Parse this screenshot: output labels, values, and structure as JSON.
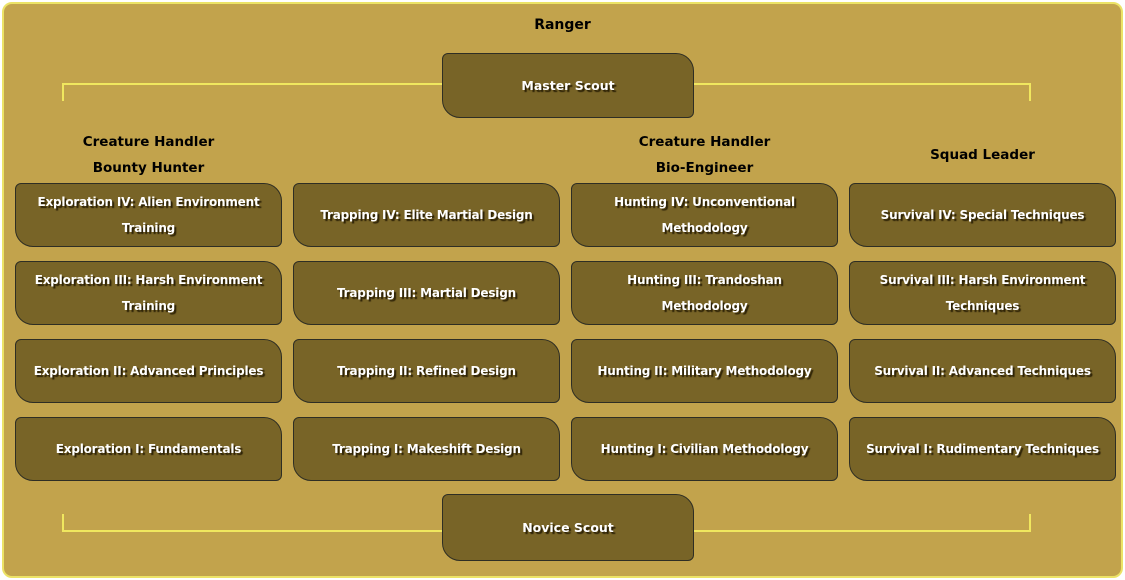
{
  "title": "Ranger",
  "colors": {
    "page_background": "#ffffff",
    "panel_background": "#c2a34c",
    "panel_border": "#ece366",
    "connector_line": "#f0e75f",
    "box_fill": "#786427",
    "box_border": "#2e2e24",
    "box_text": "#ffffff",
    "header_text": "#000000"
  },
  "top_node": {
    "label": "Master Scout"
  },
  "bottom_node": {
    "label": "Novice Scout"
  },
  "columns": [
    {
      "header_lines": [
        "Creature Handler",
        "Bounty Hunter"
      ],
      "skills": [
        {
          "lines": [
            "Exploration IV: Alien Environment",
            "Training"
          ]
        },
        {
          "lines": [
            "Exploration III: Harsh Environment",
            "Training"
          ]
        },
        {
          "lines": [
            "Exploration II: Advanced Principles"
          ]
        },
        {
          "lines": [
            "Exploration I: Fundamentals"
          ]
        }
      ]
    },
    {
      "header_lines": [],
      "skills": [
        {
          "lines": [
            "Trapping IV: Elite Martial Design"
          ]
        },
        {
          "lines": [
            "Trapping III: Martial Design"
          ]
        },
        {
          "lines": [
            "Trapping II: Refined Design"
          ]
        },
        {
          "lines": [
            "Trapping I: Makeshift Design"
          ]
        }
      ]
    },
    {
      "header_lines": [
        "Creature Handler",
        "Bio-Engineer"
      ],
      "skills": [
        {
          "lines": [
            "Hunting IV: Unconventional",
            "Methodology"
          ]
        },
        {
          "lines": [
            "Hunting III: Trandoshan",
            "Methodology"
          ]
        },
        {
          "lines": [
            "Hunting II: Military Methodology"
          ]
        },
        {
          "lines": [
            "Hunting I: Civilian Methodology"
          ]
        }
      ]
    },
    {
      "header_lines": [
        "Squad Leader"
      ],
      "skills": [
        {
          "lines": [
            "Survival IV: Special Techniques"
          ]
        },
        {
          "lines": [
            "Survival III: Harsh Environment",
            "Techniques"
          ]
        },
        {
          "lines": [
            "Survival II: Advanced Techniques"
          ]
        },
        {
          "lines": [
            "Survival I: Rudimentary Techniques"
          ]
        }
      ]
    }
  ]
}
